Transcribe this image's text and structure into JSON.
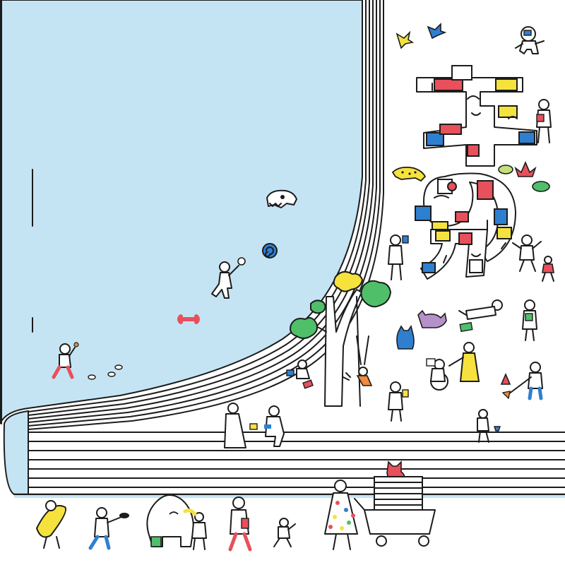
{
  "title_glyphs": [
    "本",
    "の",
    "力"
  ],
  "palette": {
    "page_blue": "#c4e4f4",
    "ink": "#1c1c1c",
    "red": "#e8505b",
    "yellow": "#f5e23c",
    "blue": "#2f7fd1",
    "green": "#4fbf6a",
    "orange": "#f08a3c",
    "purple": "#b491c8"
  },
  "icons": [
    "book-icon",
    "tree-icon",
    "bird-icon",
    "astronaut-icon",
    "gorilla-icon",
    "cat-icon",
    "leopard-icon",
    "lotus-icon",
    "dinosaur-skull-icon",
    "ammonite-icon",
    "bone-icon",
    "cart-icon",
    "wheelchair-icon",
    "surfboard-icon",
    "traffic-cone-icon"
  ]
}
